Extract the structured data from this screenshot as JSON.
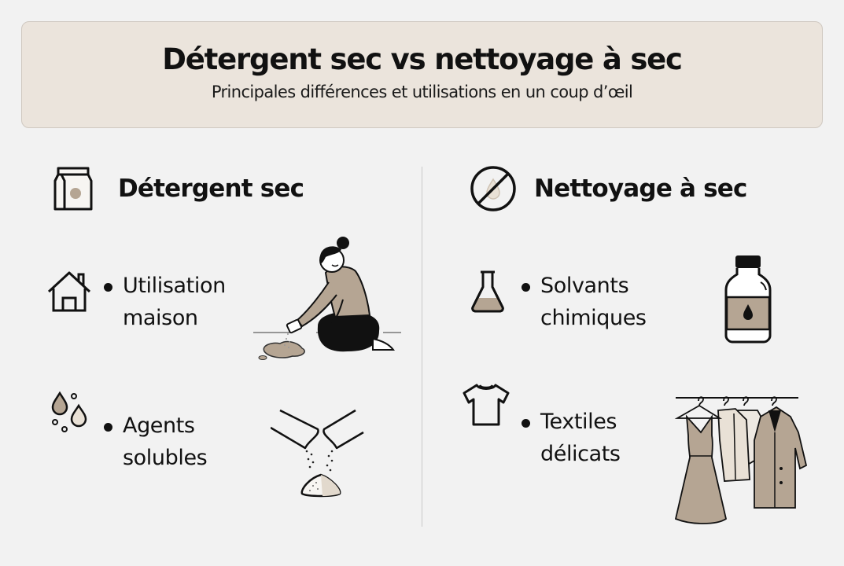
{
  "header": {
    "title": "Détergent sec vs nettoyage à sec",
    "subtitle": "Principales différences et utilisations en un coup d’œil"
  },
  "colors": {
    "background": "#f2f2f2",
    "header_bg": "#ebe4dc",
    "accent_beige": "#b5a593",
    "ink": "#111111"
  },
  "left": {
    "title": "Détergent sec",
    "icon": "detergent-bag-icon",
    "items": [
      {
        "icon": "house-icon",
        "line1": "Utilisation",
        "line2": "maison",
        "illustration": "woman-sprinkling-powder-illustration"
      },
      {
        "icon": "droplets-icon",
        "line1": "Agents",
        "line2": "solubles",
        "illustration": "pouring-powder-illustration"
      }
    ]
  },
  "right": {
    "title": "Nettoyage à sec",
    "icon": "no-water-icon",
    "items": [
      {
        "icon": "flask-icon",
        "line1": "Solvants",
        "line2": "chimiques",
        "illustration": "solvent-bottle-illustration"
      },
      {
        "icon": "tshirt-icon",
        "line1": "Textiles",
        "line2": "délicats",
        "illustration": "clothes-rack-illustration"
      }
    ]
  }
}
